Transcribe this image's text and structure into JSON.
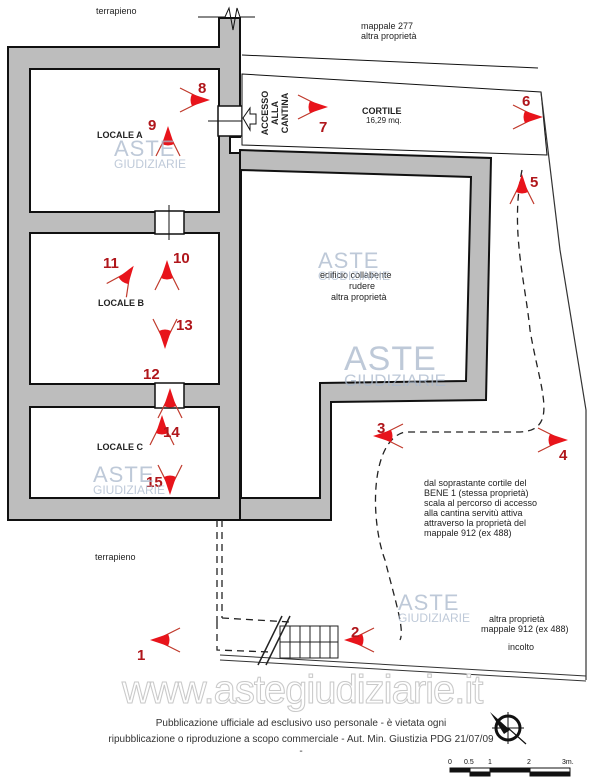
{
  "plan": {
    "labels": {
      "terrapieno_top": "terrapieno",
      "terrapieno_bottom": "terrapieno",
      "mappale_277": "mappale 277",
      "altra_proprieta_top": "altra proprietà",
      "locale_a": "LOCALE A",
      "locale_b": "LOCALE B",
      "locale_c": "LOCALE C",
      "accesso_line1": "ACCESSO",
      "accesso_line2": "ALLA CANTINA",
      "cortile": "CORTILE",
      "cortile_area": "16,29 mq.",
      "rudere_line1": "edificio collabente",
      "rudere_line2": "rudere",
      "rudere_line3": "altra proprietà",
      "access_note": [
        "dal soprastante cortile del",
        "BENE 1 (stessa proprietà)",
        "scala al percorso di accesso",
        "alla cantina servitù attiva",
        "attraverso la proprietà del",
        "mappale 912 (ex 488)"
      ],
      "altra_proprieta_bottom": "altra proprietà",
      "mappale_912": "mappale 912 (ex 488)",
      "incolto": "incolto"
    },
    "photo_points": [
      {
        "n": "1",
        "dir": "left"
      },
      {
        "n": "2",
        "dir": "left"
      },
      {
        "n": "3",
        "dir": "left"
      },
      {
        "n": "4",
        "dir": "right"
      },
      {
        "n": "5",
        "dir": "up"
      },
      {
        "n": "6",
        "dir": "right"
      },
      {
        "n": "7",
        "dir": "right"
      },
      {
        "n": "8",
        "dir": "right"
      },
      {
        "n": "9",
        "dir": "up"
      },
      {
        "n": "10",
        "dir": "up"
      },
      {
        "n": "11",
        "dir": "up-right"
      },
      {
        "n": "12",
        "dir": "down"
      },
      {
        "n": "13",
        "dir": "up"
      },
      {
        "n": "14",
        "dir": "up"
      },
      {
        "n": "15",
        "dir": "down"
      }
    ],
    "scale_bar": {
      "ticks": [
        "0",
        "0.5",
        "1",
        "2",
        "3m."
      ]
    },
    "compass": {
      "icon": "north-arrow-icon"
    },
    "colors": {
      "wall": "#b9b9b9",
      "marker": "#e8141b",
      "marker_text": "#b0161b",
      "watermark": "#a9b8cc"
    }
  },
  "watermark": {
    "brand_top": "ASTE",
    "brand_bottom": "GIUDIZIARIE",
    "site": "www.astegiudiziarie.it"
  },
  "footer": {
    "line1": "Pubblicazione ufficiale ad esclusivo uso personale - è vietata ogni",
    "line2": "ripubblicazione o riproduzione a scopo commerciale - Aut. Min. Giustizia PDG 21/07/09",
    "dash": "-"
  }
}
